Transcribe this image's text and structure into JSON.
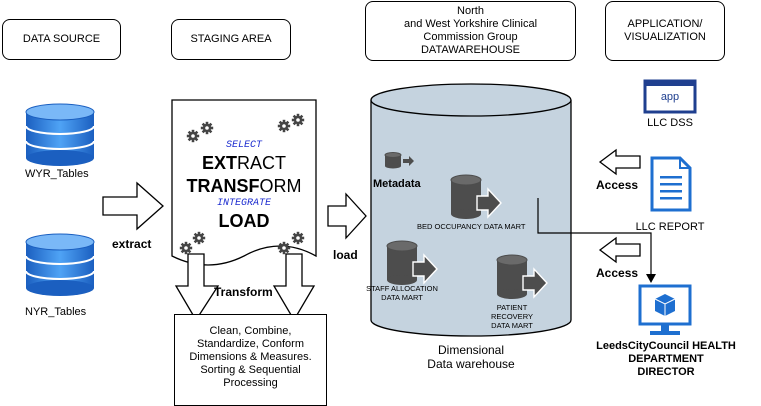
{
  "headers": {
    "data_source": "DATA SOURCE",
    "staging_area": "STAGING AREA",
    "warehouse": "North\nand West Yorkshire Clinical\nCommission Group\nDATAWAREHOUSE",
    "application": "APPLICATION/\nVISUALIZATION"
  },
  "sources": {
    "wyr": "WYR_Tables",
    "nyr": "NYR_Tables"
  },
  "arrows": {
    "extract": "extract",
    "load": "load",
    "transform": "Transform",
    "access_top": "Access",
    "access_bottom": "Access"
  },
  "etl": {
    "select": "SELECT",
    "extract_bold": "EXT",
    "extract_rest": "RACT",
    "transform_bold": "TRANSF",
    "transform_rest": "ORM",
    "integrate": "INTEGRATE",
    "load": "LOAD"
  },
  "transform_box": "Clean, Combine,\nStandardize, Conform\nDimensions & Measures.\nSorting & Sequential\nProcessing",
  "warehouse": {
    "metadata": "Metadata",
    "bed_mart": "BED OCCUPANCY DATA  MART",
    "staff_mart": "STAFF ALLOCATION\nDATA  MART",
    "patient_mart": "PATIENT RECOVERY\nDATA  MART",
    "caption": "Dimensional\nData warehouse"
  },
  "apps": {
    "app_icon_text": "app",
    "dss": "LLC DSS",
    "report": "LLC REPORT",
    "director": "LeedsCityCouncil HEALTH\nDEPARTMENT\nDIRECTOR"
  },
  "colors": {
    "blue": "#1e6fd0",
    "navy": "#1f3f8f",
    "cylinder": "#c5d3df",
    "mart": "#4d4d4d",
    "etl_blue": "#1f2fd0"
  }
}
